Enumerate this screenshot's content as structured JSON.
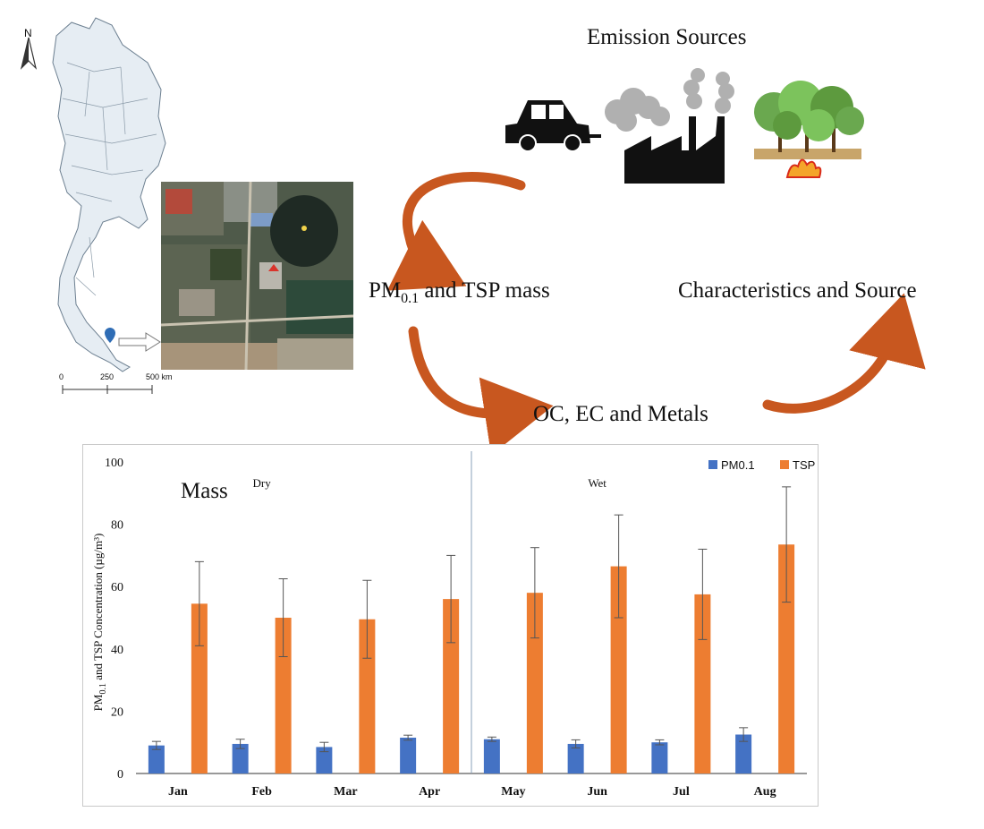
{
  "diagram": {
    "north": "N",
    "scale": {
      "zero": "0",
      "mid": "250",
      "end": "500 km"
    },
    "title": "Emission Sources",
    "pm_label_prefix": "PM",
    "pm_label_sub": "0.1",
    "pm_label_suffix": " and TSP mass",
    "characteristics": "Characteristics and Source",
    "oc_ec": "OC, EC and Metals",
    "icons": [
      "car-icon",
      "smoke-icon",
      "factory-icon",
      "forest-fire-icon"
    ],
    "arrow_color": "#c8571f"
  },
  "chart_data": {
    "type": "bar",
    "title": "Mass",
    "ylabel_prefix": "PM",
    "ylabel_sub": "0.1",
    "ylabel_suffix": " and TSP Concentration (µg/m³)",
    "categories": [
      "Jan",
      "Feb",
      "Mar",
      "Apr",
      "May",
      "Jun",
      "Jul",
      "Aug"
    ],
    "ylim": [
      0,
      100
    ],
    "yticks": [
      0,
      20,
      40,
      60,
      80,
      100
    ],
    "legend_position": "top-right",
    "season_labels": [
      {
        "text": "Dry",
        "anchor": "Feb"
      },
      {
        "text": "Wet",
        "anchor": "Jun"
      }
    ],
    "season_split_after": "Apr",
    "series": [
      {
        "name": "PM0.1",
        "color": "#4472c4",
        "values": [
          9,
          9.5,
          8.5,
          11.5,
          11,
          9.5,
          10,
          12.5
        ],
        "errors": [
          1.3,
          1.5,
          1.5,
          0.8,
          0.7,
          1.3,
          0.8,
          2.2
        ]
      },
      {
        "name": "TSP",
        "color": "#ed7d31",
        "values": [
          54.5,
          50,
          49.5,
          56,
          58,
          66.5,
          57.5,
          73.5
        ],
        "errors": [
          13.5,
          12.5,
          12.5,
          14,
          14.5,
          16.5,
          14.5,
          18.5
        ]
      }
    ]
  }
}
